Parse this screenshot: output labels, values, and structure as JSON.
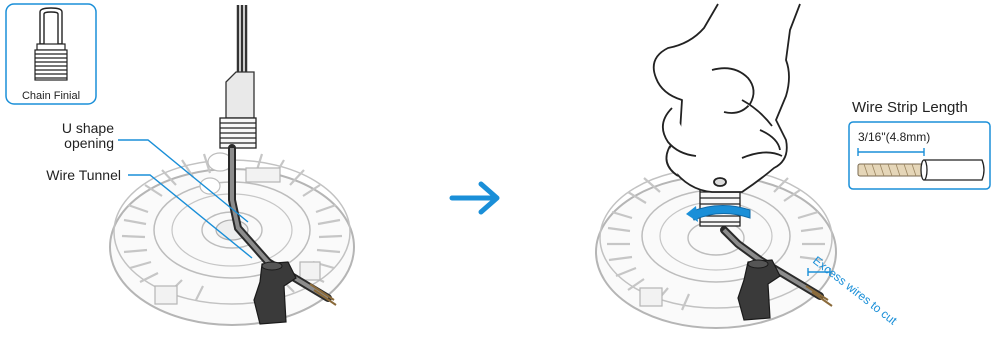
{
  "inset_chain_finial": {
    "label": "Chain Finial"
  },
  "left_panel": {
    "u_shape_label_line1": "U shape",
    "u_shape_label_line2": "opening",
    "wire_tunnel_label": "Wire Tunnel"
  },
  "right_panel": {
    "strip_title": "Wire Strip Length",
    "strip_measure": "3/16\"(4.8mm)",
    "excess_label": "Excess wires to cut"
  },
  "colors": {
    "accent": "#1a8fd8",
    "line": "#2a2a2a",
    "fixture": "#b5b5b5"
  },
  "icons": {
    "arrow": "right-arrow-icon"
  }
}
